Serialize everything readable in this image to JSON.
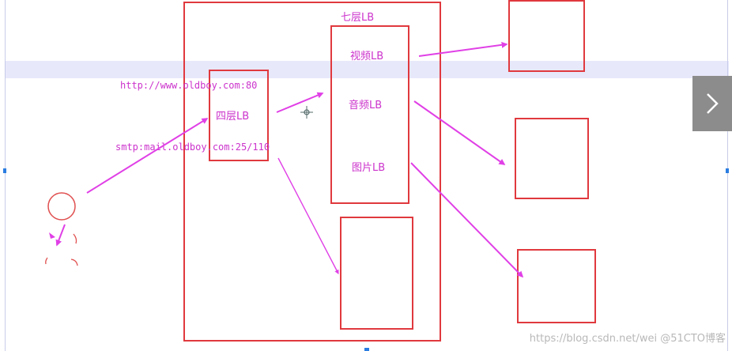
{
  "diagram": {
    "layer7_title": "七层LB",
    "layer4_label": "四层LB",
    "video_lb": "视频LB",
    "audio_lb": "音频LB",
    "image_lb": "图片LB",
    "http_url": "http://www.oldboy.com:80",
    "smtp_url": "smtp:mail.oldboy.com:25/110"
  },
  "icons": {
    "next_button": "chevron-right-icon",
    "crosshair": "crosshair-icon",
    "user": "user-icon"
  },
  "watermark": "https://blog.csdn.net/wei @51CTO博客",
  "colors": {
    "box": "#e0393e",
    "arrow": "#e040e6",
    "text": "#cc33cc",
    "band": "#e8e8fb"
  }
}
